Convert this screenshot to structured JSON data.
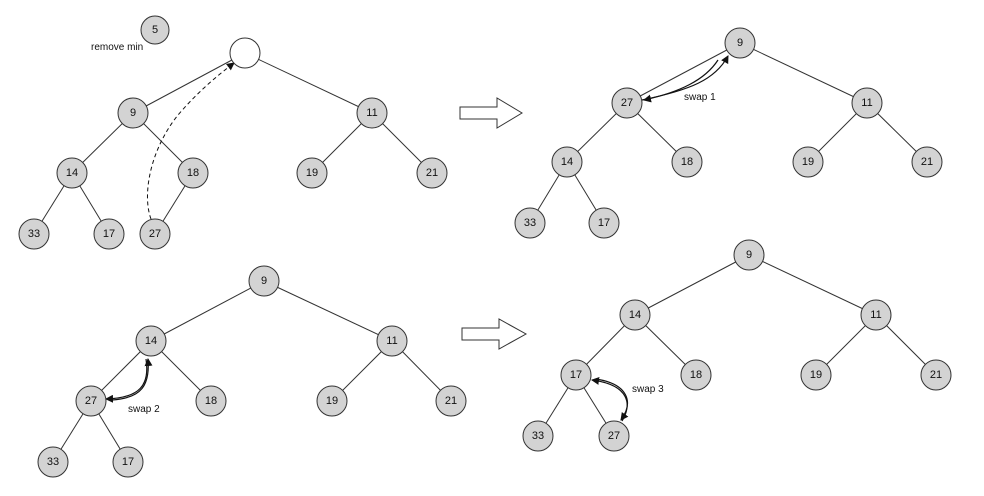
{
  "panels": {
    "remove_min": {
      "removed_value": "5",
      "caption": "remove min",
      "nodes": [
        "",
        "9",
        "11",
        "14",
        "18",
        "19",
        "21",
        "33",
        "17",
        "27"
      ]
    },
    "after_swap1": {
      "nodes": [
        "9",
        "27",
        "11",
        "14",
        "18",
        "19",
        "21",
        "33",
        "17"
      ],
      "swap_label": "swap 1"
    },
    "after_swap2": {
      "nodes": [
        "9",
        "14",
        "11",
        "27",
        "18",
        "19",
        "21",
        "33",
        "17"
      ],
      "swap_label": "swap 2"
    },
    "after_swap3": {
      "nodes": [
        "9",
        "14",
        "11",
        "17",
        "18",
        "19",
        "21",
        "33",
        "27"
      ],
      "swap_label": "swap 3"
    }
  },
  "colors": {
    "node_fill": "#d3d3d3",
    "empty_node_fill": "#ffffff",
    "stroke": "#333333"
  }
}
